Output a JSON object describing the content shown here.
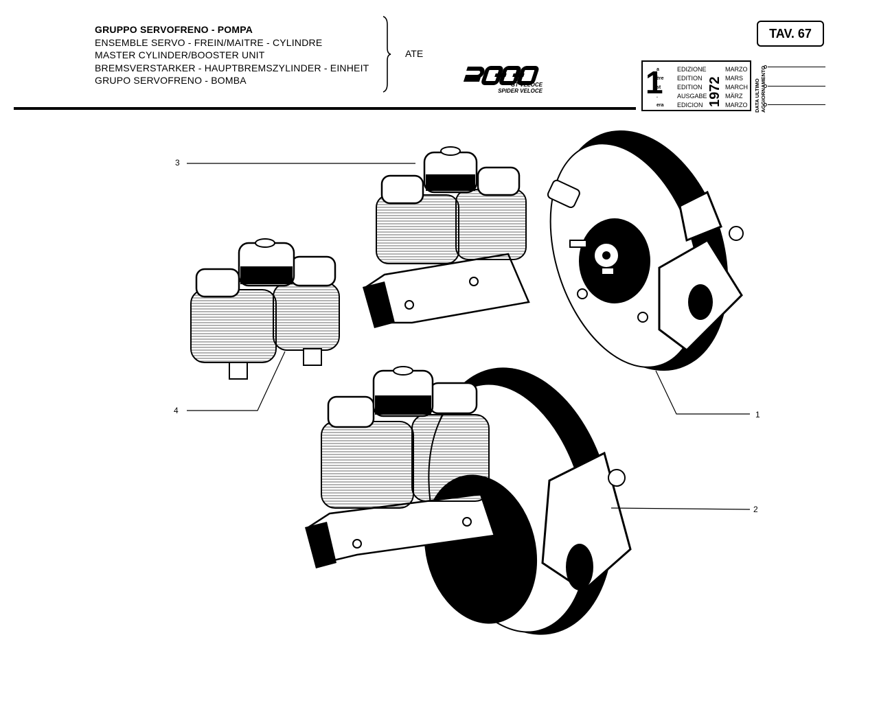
{
  "header": {
    "titles": [
      "GRUPPO SERVOFRENO - POMPA",
      "ENSEMBLE SERVO - FREIN/MAITRE - CYLINDRE",
      "MASTER CYLINDER/BOOSTER UNIT",
      "BREMSVERSTARKER - HAUPTBREMSZYLINDER - EINHEIT",
      "GRUPO SERVOFRENO - BOMBA"
    ],
    "supplier": "ATE",
    "logo": {
      "text": "2000",
      "sub1": "GT VELOCE",
      "sub2": "SPIDER VELOCE"
    },
    "table_ref": "TAV. 67"
  },
  "edition": {
    "number": "1",
    "suffixes": [
      "a",
      "ère",
      "st",
      ".",
      "era"
    ],
    "words": [
      "EDIZIONE",
      "EDITION",
      "EDITION",
      "AUSGABE",
      "EDICION"
    ],
    "year": "1972",
    "months": [
      "MARZO",
      "MARS",
      "MARCH",
      "MÄRZ",
      "MARZO"
    ]
  },
  "last_update": {
    "label_line1": "DATA ULTIMO",
    "label_line2": "AGGIORNAMENTO"
  },
  "callouts": [
    "1",
    "2",
    "3",
    "4"
  ],
  "colors": {
    "ink": "#000000",
    "paper": "#ffffff",
    "tint": "#d8d8d8"
  }
}
